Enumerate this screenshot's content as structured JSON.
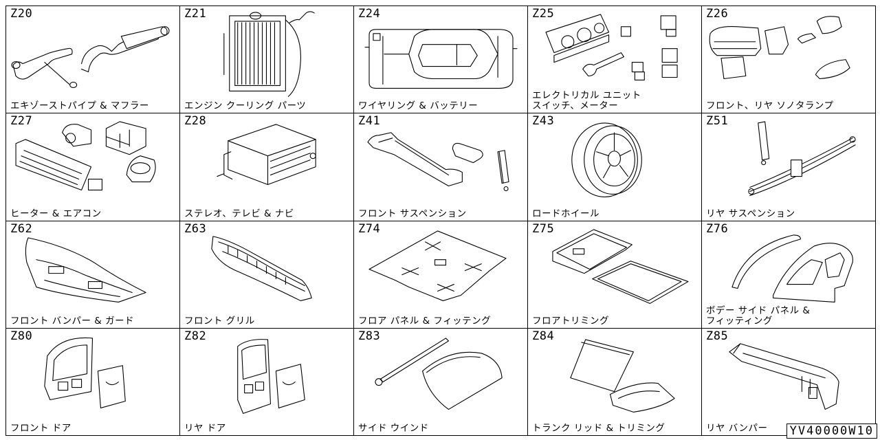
{
  "cells": [
    {
      "code": "Z20",
      "label": "エキゾーストパイプ & マフラー",
      "icon": "exhaust-muffler-icon"
    },
    {
      "code": "Z21",
      "label": "エンジン クーリング パーツ",
      "icon": "radiator-icon"
    },
    {
      "code": "Z24",
      "label": "ワイヤリング & バッテリー",
      "icon": "wiring-harness-icon"
    },
    {
      "code": "Z25",
      "label": "エレクトリカル ユニット\nスイッチ、メーター",
      "icon": "meter-switch-icon"
    },
    {
      "code": "Z26",
      "label": "フロント、リヤ ソノタランプ",
      "icon": "lamp-icon"
    },
    {
      "code": "Z27",
      "label": "ヒーター & エアコン",
      "icon": "heater-aircon-icon"
    },
    {
      "code": "Z28",
      "label": "ステレオ、テレビ & ナビ",
      "icon": "stereo-icon"
    },
    {
      "code": "Z41",
      "label": "フロント サスペンション",
      "icon": "front-suspension-icon"
    },
    {
      "code": "Z43",
      "label": "ロードホイール",
      "icon": "wheel-icon"
    },
    {
      "code": "Z51",
      "label": "リヤ サスペンション",
      "icon": "rear-suspension-icon"
    },
    {
      "code": "Z62",
      "label": "フロント バンパー & ガード",
      "icon": "front-bumper-icon"
    },
    {
      "code": "Z63",
      "label": "フロント グリル",
      "icon": "front-grille-icon"
    },
    {
      "code": "Z74",
      "label": "フロア パネル & フィッテング",
      "icon": "floor-panel-icon"
    },
    {
      "code": "Z75",
      "label": "フロアトリミング",
      "icon": "floor-mat-icon"
    },
    {
      "code": "Z76",
      "label": "ボデー サイド パネル &\nフィッティング",
      "icon": "body-side-panel-icon"
    },
    {
      "code": "Z80",
      "label": "フロント ドア",
      "icon": "front-door-icon"
    },
    {
      "code": "Z82",
      "label": "リヤ ドア",
      "icon": "rear-door-icon"
    },
    {
      "code": "Z83",
      "label": "サイド ウインド",
      "icon": "side-window-icon"
    },
    {
      "code": "Z84",
      "label": "トランク リッド & トリミング",
      "icon": "trunk-lid-icon"
    },
    {
      "code": "Z85",
      "label": "リヤ バンパー",
      "icon": "rear-bumper-icon"
    }
  ],
  "reference_code": "YV40000W10"
}
